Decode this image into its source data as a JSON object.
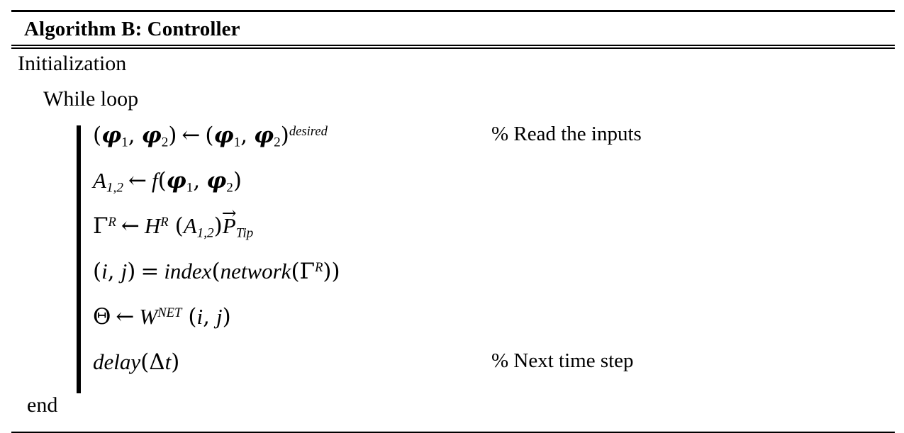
{
  "algorithm": {
    "title": "Algorithm B: Controller",
    "init_label": "Initialization",
    "loop_label": "While loop",
    "end_label": "end",
    "statements": [
      {
        "id": "read-inputs",
        "expression": "(φ₁,φ₂) ← (φ₁,φ₂)^desired",
        "lhs": "(φ₁,φ₂)",
        "operator": "←",
        "rhs": "(φ₁,φ₂)",
        "rhs_superscript": "desired",
        "comment": "% Read the inputs"
      },
      {
        "id": "compute-A",
        "expression": "A₁,₂ ← f(φ₁,φ₂)",
        "lhs": "A",
        "lhs_subscript": "1,2",
        "operator": "←",
        "rhs": "f(φ₁,φ₂)",
        "comment": ""
      },
      {
        "id": "compute-gamma",
        "expression": "Γᴿ ← Hᴿ (A₁,₂)P⃗_Tip",
        "lhs": "Γ",
        "lhs_superscript": "R",
        "operator": "←",
        "rhs": "Hᴿ (A₁,₂)P⃗",
        "rhs_subscript": "Tip",
        "comment": ""
      },
      {
        "id": "lookup-index",
        "expression": "(i, j) = index(network(Γᴿ))",
        "lhs": "(i, j)",
        "operator": "=",
        "rhs": "index(network(Γᴿ))",
        "comment": ""
      },
      {
        "id": "compute-theta",
        "expression": "Θ ← Wᴺᴱᵀ (i, j)",
        "lhs": "Θ",
        "operator": "←",
        "rhs": "W",
        "rhs_superscript": "NET",
        "rhs_args": "(i, j)",
        "comment": ""
      },
      {
        "id": "delay-step",
        "expression": "delay(Δt)",
        "lhs": "delay",
        "operator": "",
        "rhs": "(Δt)",
        "comment": "% Next time step"
      }
    ],
    "symbols": {
      "phi": "φ",
      "gamma_upper": "Γ",
      "theta_upper": "Θ",
      "delta_upper": "Δ",
      "left_arrow": "←",
      "vector_arrow": "⃗",
      "equals": "=",
      "comment_marker": "%"
    },
    "colors": {
      "text": "#000000",
      "background": "#ffffff",
      "rule": "#000000"
    }
  }
}
